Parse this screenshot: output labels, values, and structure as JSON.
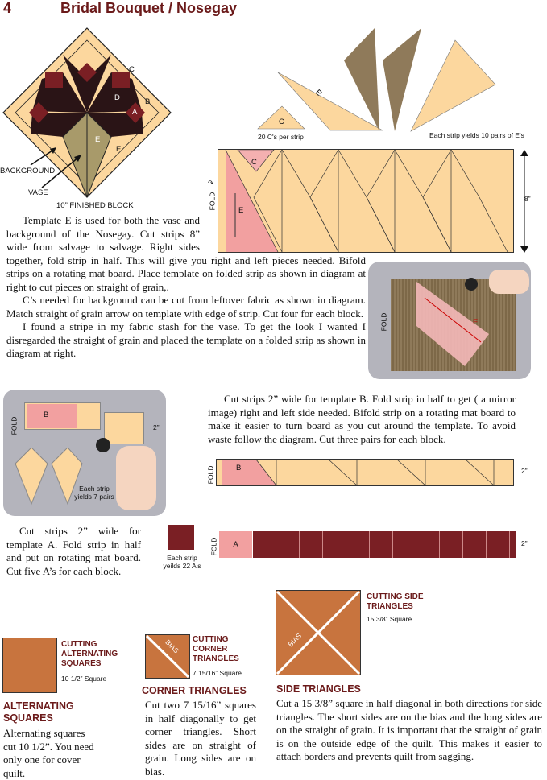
{
  "header": {
    "page_number": "4",
    "title": "Bridal Bouquet / Nosegay"
  },
  "block_diagram": {
    "labels": {
      "c": "C",
      "d": "D",
      "b": "B",
      "a": "A",
      "e1": "E",
      "e2": "E"
    },
    "background": "BACKGROUND",
    "vase": "VASE",
    "caption": "10” FINISHED BLOCK"
  },
  "pieces": {
    "c_label": "C",
    "c_caption": "20 C's per strip",
    "e_label": "E",
    "e_caption": "Each strip yields 10 pairs of E's"
  },
  "strip_e": {
    "fold": "FOLD",
    "height": "8”",
    "c": "C",
    "e": "E"
  },
  "photo_e": {
    "fold": "FOLD",
    "e": "E"
  },
  "paragraphs": {
    "p1a": "Template E is used for both the vase and background of the Nosegay. Cut strips 8” wide from salvage to salvage. Right sides together,",
    "p1b": "fold strip in half. This will give you right and left pieces needed. Bifold strips on a rotating mat board. Place template on folded strip as shown in diagram at right to cut pieces on straight of grain,.",
    "p2": "C’s needed for background can be cut from leftover fabric as shown in diagram. Match straight of grain arrow on template with edge of strip. Cut four for each block.",
    "p3": "I found a stripe in my fabric stash for the vase. To get the look I wanted I disregarded the straight of grain and placed the template on a folded strip as shown in diagram at right.",
    "pB": "Cut strips 2” wide for template B. Fold strip in half to get ( a mirror image) right and left side needed. Bifold strip on a rotating mat board to make it easier to turn board as you cut around the template. To avoid waste follow the diagram. Cut three pairs for each block.",
    "pA": "Cut strips 2” wide for template A. Fold strip in half and put on rotating mat board. Cut five A’s for each block."
  },
  "photo_b": {
    "fold": "FOLD",
    "b": "B",
    "height": "2”",
    "caption": "Each strip yields 7 pairs"
  },
  "strip_b": {
    "fold": "FOLD",
    "b": "B",
    "height": "2”"
  },
  "strip_a": {
    "fold": "FOLD",
    "a": "A",
    "height": "2”",
    "caption": "Each strip yeilds 22  A's"
  },
  "alternating": {
    "heading": "CUTTING ALTERNATING SQUARES",
    "size": "10 1/2” Square",
    "title": "ALTERNATING SQUARES",
    "text": "Alternating squares cut 10 1/2”. You need only one for cover quilt."
  },
  "corner": {
    "heading": "CUTTING CORNER TRIANGLES",
    "size": "7 15/16” Square",
    "bias": "BIAS",
    "title": "CORNER TRIANGLES",
    "text": "Cut two 7 15/16” squares in half diagonally to get corner triangles. Short sides are on straight of grain. Long sides are on bias."
  },
  "side": {
    "heading": "CUTTING SIDE TRIANGLES",
    "size": "15 3/8” Square",
    "bias": "BIAS",
    "title": "SIDE TRIANGLES",
    "text": "Cut a 15 3/8” square in half diagonal in both directions for side triangles. The short sides are on the bias and the long sides are on the straight of grain. It is important that the straight of grain is on the outside edge of the quilt. This makes it easier to attach borders and prevents quilt from sagging."
  },
  "colors": {
    "title": "#6b1a1a",
    "tan": "#fcd79e",
    "maroon": "#7a1f24",
    "black": "#2a1416",
    "olive": "#a89a6a",
    "pink": "#f2a0a0",
    "orange": "#c8743e"
  }
}
